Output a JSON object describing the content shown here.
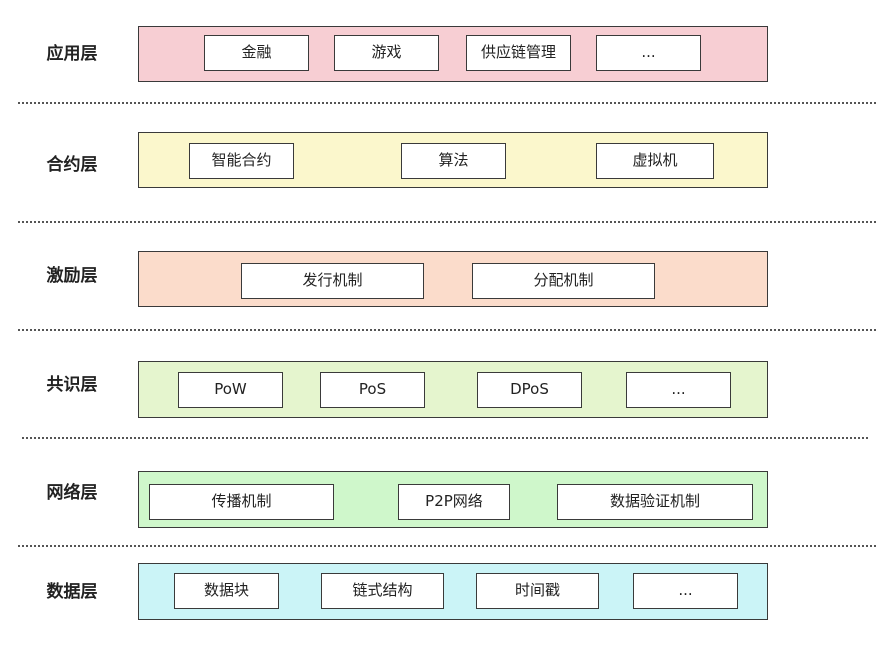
{
  "colors": {
    "application": "#f7ced3",
    "contract": "#fbf7cc",
    "incentive": "#fbdccb",
    "consensus": "#e5f5ce",
    "network": "#cff7cb",
    "data": "#cbf4f7"
  },
  "layers": {
    "application": {
      "label": "应用层",
      "items": [
        "金融",
        "游戏",
        "供应链管理",
        "..."
      ]
    },
    "contract": {
      "label": "合约层",
      "items": [
        "智能合约",
        "算法",
        "虚拟机"
      ]
    },
    "incentive": {
      "label": "激励层",
      "items": [
        "发行机制",
        "分配机制"
      ]
    },
    "consensus": {
      "label": "共识层",
      "items": [
        "PoW",
        "PoS",
        "DPoS",
        "..."
      ]
    },
    "network": {
      "label": "网络层",
      "items": [
        "传播机制",
        "P2P网络",
        "数据验证机制"
      ]
    },
    "data": {
      "label": "数据层",
      "items": [
        "数据块",
        "链式结构",
        "时间戳",
        "..."
      ]
    }
  }
}
